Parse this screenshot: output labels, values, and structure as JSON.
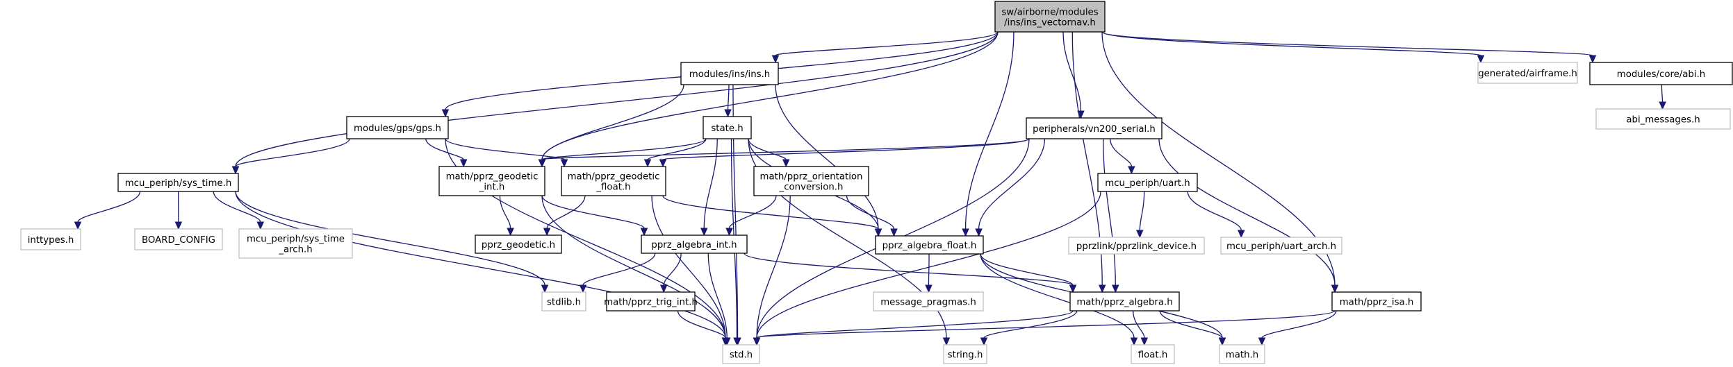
{
  "graph": {
    "title": "sw/airborne/modules/ins/ins_vectornav.h include dependency graph",
    "edge_color": "#191970",
    "root_fill": "#bfbfbf",
    "external_border": "#bfbfbf",
    "nodes": [
      {
        "id": "root",
        "lines": [
          "sw/airborne/modules",
          "/ins/ins_vectornav.h"
        ],
        "kind": "root"
      },
      {
        "id": "ins",
        "lines": [
          "modules/ins/ins.h"
        ],
        "kind": "doc"
      },
      {
        "id": "airframe",
        "lines": [
          "generated/airframe.h"
        ],
        "kind": "ext"
      },
      {
        "id": "abi",
        "lines": [
          "modules/core/abi.h"
        ],
        "kind": "doc"
      },
      {
        "id": "abi_msgs",
        "lines": [
          "abi_messages.h"
        ],
        "kind": "ext"
      },
      {
        "id": "gps",
        "lines": [
          "modules/gps/gps.h"
        ],
        "kind": "doc"
      },
      {
        "id": "state",
        "lines": [
          "state.h"
        ],
        "kind": "doc"
      },
      {
        "id": "vn200",
        "lines": [
          "peripherals/vn200_serial.h"
        ],
        "kind": "doc"
      },
      {
        "id": "systime",
        "lines": [
          "mcu_periph/sys_time.h"
        ],
        "kind": "doc"
      },
      {
        "id": "geo_int",
        "lines": [
          "math/pprz_geodetic",
          "_int.h"
        ],
        "kind": "doc"
      },
      {
        "id": "geo_float",
        "lines": [
          "math/pprz_geodetic",
          "_float.h"
        ],
        "kind": "doc"
      },
      {
        "id": "orient",
        "lines": [
          "math/pprz_orientation",
          "_conversion.h"
        ],
        "kind": "doc"
      },
      {
        "id": "uart",
        "lines": [
          "mcu_periph/uart.h"
        ],
        "kind": "doc"
      },
      {
        "id": "inttypes",
        "lines": [
          "inttypes.h"
        ],
        "kind": "ext"
      },
      {
        "id": "board",
        "lines": [
          "BOARD_CONFIG"
        ],
        "kind": "ext"
      },
      {
        "id": "systime_arch",
        "lines": [
          "mcu_periph/sys_time",
          "_arch.h"
        ],
        "kind": "ext"
      },
      {
        "id": "geodetic",
        "lines": [
          "pprz_geodetic.h"
        ],
        "kind": "doc"
      },
      {
        "id": "alg_int",
        "lines": [
          "pprz_algebra_int.h"
        ],
        "kind": "doc"
      },
      {
        "id": "alg_float",
        "lines": [
          "pprz_algebra_float.h"
        ],
        "kind": "doc"
      },
      {
        "id": "pprzlink",
        "lines": [
          "pprzlink/pprzlink_device.h"
        ],
        "kind": "ext"
      },
      {
        "id": "uart_arch",
        "lines": [
          "mcu_periph/uart_arch.h"
        ],
        "kind": "ext"
      },
      {
        "id": "stdlib",
        "lines": [
          "stdlib.h"
        ],
        "kind": "ext"
      },
      {
        "id": "trig_int",
        "lines": [
          "math/pprz_trig_int.h"
        ],
        "kind": "doc"
      },
      {
        "id": "msg_pragmas",
        "lines": [
          "message_pragmas.h"
        ],
        "kind": "ext"
      },
      {
        "id": "algebra",
        "lines": [
          "math/pprz_algebra.h"
        ],
        "kind": "doc"
      },
      {
        "id": "isa",
        "lines": [
          "math/pprz_isa.h"
        ],
        "kind": "doc"
      },
      {
        "id": "std",
        "lines": [
          "std.h"
        ],
        "kind": "ext"
      },
      {
        "id": "string",
        "lines": [
          "string.h"
        ],
        "kind": "ext"
      },
      {
        "id": "float",
        "lines": [
          "float.h"
        ],
        "kind": "ext"
      },
      {
        "id": "math",
        "lines": [
          "math.h"
        ],
        "kind": "ext"
      }
    ],
    "edges": [
      [
        "root",
        "ins"
      ],
      [
        "root",
        "airframe"
      ],
      [
        "root",
        "abi"
      ],
      [
        "root",
        "gps"
      ],
      [
        "root",
        "vn200"
      ],
      [
        "root",
        "systime"
      ],
      [
        "root",
        "geo_int"
      ],
      [
        "root",
        "alg_float"
      ],
      [
        "root",
        "algebra"
      ],
      [
        "root",
        "isa"
      ],
      [
        "abi",
        "abi_msgs"
      ],
      [
        "ins",
        "state"
      ],
      [
        "ins",
        "geo_int"
      ],
      [
        "ins",
        "alg_float"
      ],
      [
        "ins",
        "std"
      ],
      [
        "gps",
        "systime"
      ],
      [
        "gps",
        "geo_int"
      ],
      [
        "gps",
        "geo_float"
      ],
      [
        "gps",
        "std"
      ],
      [
        "state",
        "geo_int"
      ],
      [
        "state",
        "geo_float"
      ],
      [
        "state",
        "orient"
      ],
      [
        "state",
        "alg_int"
      ],
      [
        "state",
        "alg_float"
      ],
      [
        "state",
        "std"
      ],
      [
        "state",
        "string"
      ],
      [
        "vn200",
        "geo_int"
      ],
      [
        "vn200",
        "geo_float"
      ],
      [
        "vn200",
        "uart"
      ],
      [
        "vn200",
        "alg_float"
      ],
      [
        "vn200",
        "algebra"
      ],
      [
        "vn200",
        "isa"
      ],
      [
        "vn200",
        "std"
      ],
      [
        "systime",
        "inttypes"
      ],
      [
        "systime",
        "board"
      ],
      [
        "systime",
        "systime_arch"
      ],
      [
        "systime",
        "stdlib"
      ],
      [
        "systime",
        "std"
      ],
      [
        "geo_int",
        "geodetic"
      ],
      [
        "geo_int",
        "alg_int"
      ],
      [
        "geo_int",
        "std"
      ],
      [
        "geo_float",
        "geodetic"
      ],
      [
        "geo_float",
        "alg_float"
      ],
      [
        "geo_float",
        "std"
      ],
      [
        "orient",
        "alg_int"
      ],
      [
        "orient",
        "alg_float"
      ],
      [
        "orient",
        "std"
      ],
      [
        "uart",
        "pprzlink"
      ],
      [
        "uart",
        "uart_arch"
      ],
      [
        "uart",
        "std"
      ],
      [
        "alg_int",
        "stdlib"
      ],
      [
        "alg_int",
        "trig_int"
      ],
      [
        "alg_int",
        "algebra"
      ],
      [
        "alg_int",
        "std"
      ],
      [
        "alg_float",
        "msg_pragmas"
      ],
      [
        "alg_float",
        "algebra"
      ],
      [
        "alg_float",
        "float"
      ],
      [
        "alg_float",
        "math"
      ],
      [
        "trig_int",
        "std"
      ],
      [
        "algebra",
        "std"
      ],
      [
        "algebra",
        "string"
      ],
      [
        "algebra",
        "float"
      ],
      [
        "algebra",
        "math"
      ],
      [
        "isa",
        "std"
      ],
      [
        "isa",
        "math"
      ]
    ]
  }
}
